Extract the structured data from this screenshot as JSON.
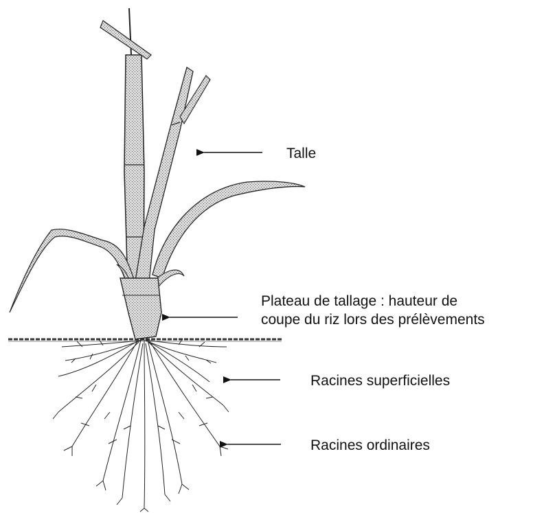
{
  "labels": {
    "talle": "Talle",
    "plateau_line1": "Plateau de tallage : hauteur de",
    "plateau_line2": "coupe du riz lors des prélèvements",
    "racines_superficielles": "Racines superficielles",
    "racines_ordinaires": "Racines ordinaires"
  },
  "colors": {
    "ink": "#111111",
    "stem_fill": "#d9d9d9",
    "leaf_fill": "#cfcfcf"
  }
}
